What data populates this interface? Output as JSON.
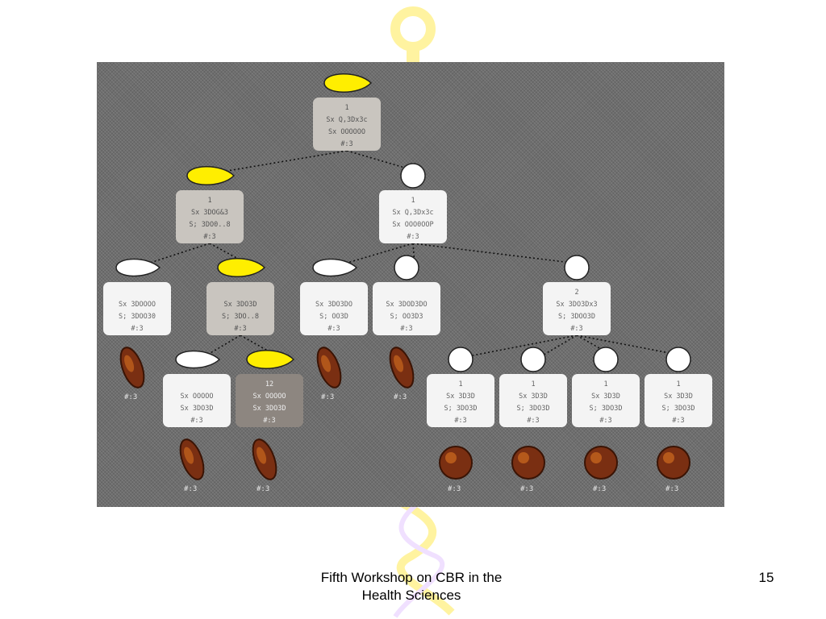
{
  "footer": {
    "title_line1": "Fifth Workshop on CBR in the",
    "title_line2": "Health Sciences",
    "page_number": "15"
  },
  "colors": {
    "background": "#ffffff",
    "tree_background": "#6e6e6e",
    "highlight_yellow": "#ffee00",
    "watermark": "#fff6b0"
  },
  "tree": {
    "nodes": [
      {
        "id": "root",
        "style": "grey",
        "shape": "lemon-yellow",
        "lines": [
          "1",
          "Sx Q,3Dx3c",
          "Sx OOOOOO",
          "#:3"
        ]
      },
      {
        "id": "n1",
        "style": "grey",
        "shape": "lemon-yellow",
        "lines": [
          "1",
          "Sx 3DOG&3",
          "S; 3DO0..8",
          "#:3"
        ]
      },
      {
        "id": "n2",
        "style": "light",
        "shape": "circle",
        "lines": [
          "1",
          "Sx Q,3Dx3c",
          "Sx OOO0OOP",
          "#:3"
        ]
      },
      {
        "id": "n3",
        "style": "light",
        "shape": "oval",
        "lines": [
          "",
          "Sx 3DOOOO",
          "S; 3DOO30",
          "#:3"
        ]
      },
      {
        "id": "n4",
        "style": "grey",
        "shape": "lemon-yellow",
        "lines": [
          "",
          "Sx 3DO3D",
          "S; 3DO..8",
          "#:3"
        ]
      },
      {
        "id": "n5",
        "style": "light",
        "shape": "oval",
        "lines": [
          "",
          "Sx 3DO3DO",
          "S; OO3D",
          "#:3"
        ]
      },
      {
        "id": "n6",
        "style": "light",
        "shape": "circle",
        "lines": [
          "",
          "Sx 3DOD3DO",
          "S; OO3D3",
          "#:3"
        ]
      },
      {
        "id": "n7",
        "style": "light",
        "shape": "circle",
        "lines": [
          "2",
          "Sx 3DO3Dx3",
          "S; 3DOO3D",
          "#:3"
        ]
      },
      {
        "id": "n8",
        "style": "light",
        "shape": "oval",
        "lines": [
          "",
          "Sx OOOOO",
          "Sx 3DO3D",
          "#:3"
        ]
      },
      {
        "id": "n9",
        "style": "dark",
        "shape": "lemon-yellow",
        "lines": [
          "12",
          "Sx OOOOO",
          "Sx 3DO3D",
          "#:3"
        ]
      },
      {
        "id": "n10",
        "style": "light",
        "shape": "circle",
        "lines": [
          "1",
          "Sx 3D3D",
          "S; 3DO3D",
          "#:3"
        ]
      },
      {
        "id": "n11",
        "style": "light",
        "shape": "circle",
        "lines": [
          "1",
          "Sx 3D3D",
          "S; 3DO3D",
          "#:3"
        ]
      },
      {
        "id": "n12",
        "style": "light",
        "shape": "circle",
        "lines": [
          "1",
          "Sx 3D3D",
          "S; 3DO3D",
          "#:3"
        ]
      },
      {
        "id": "n13",
        "style": "light",
        "shape": "circle",
        "lines": [
          "1",
          "Sx 3D3D",
          "S; 3DO3D",
          "#:3"
        ]
      }
    ],
    "leaves": [
      {
        "parent": "n3",
        "caption": "#:3",
        "kind": "elongated"
      },
      {
        "parent": "n5",
        "caption": "#:3",
        "kind": "elongated"
      },
      {
        "parent": "n6",
        "caption": "#:3",
        "kind": "elongated"
      },
      {
        "parent": "n8",
        "caption": "#:3",
        "kind": "elongated"
      },
      {
        "parent": "n9",
        "caption": "#:3",
        "kind": "elongated"
      },
      {
        "parent": "n10",
        "caption": "#:3",
        "kind": "round"
      },
      {
        "parent": "n11",
        "caption": "#:3",
        "kind": "round"
      },
      {
        "parent": "n12",
        "caption": "#:3",
        "kind": "round"
      },
      {
        "parent": "n13",
        "caption": "#:3",
        "kind": "round"
      }
    ],
    "edges": [
      [
        "root",
        "n1"
      ],
      [
        "root",
        "n2"
      ],
      [
        "n1",
        "n3"
      ],
      [
        "n1",
        "n4"
      ],
      [
        "n2",
        "n5"
      ],
      [
        "n2",
        "n6"
      ],
      [
        "n2",
        "n7"
      ],
      [
        "n4",
        "n8"
      ],
      [
        "n4",
        "n9"
      ],
      [
        "n7",
        "n10"
      ],
      [
        "n7",
        "n11"
      ],
      [
        "n7",
        "n12"
      ],
      [
        "n7",
        "n13"
      ]
    ]
  }
}
